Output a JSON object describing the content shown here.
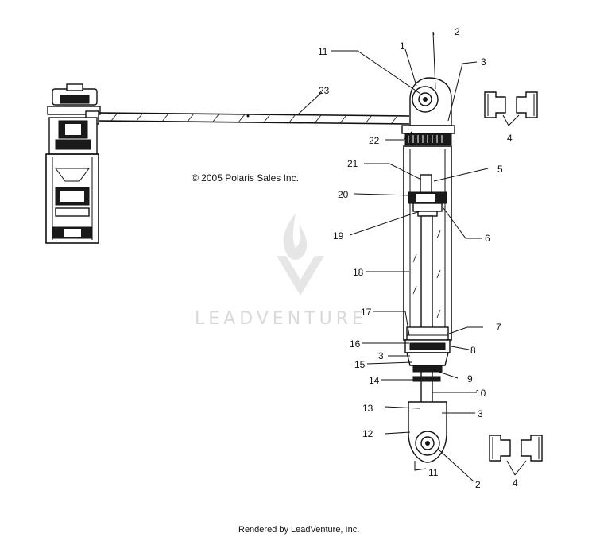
{
  "copyright": "© 2005 Polaris Sales Inc.",
  "watermark": {
    "text": "LEADVENTURE"
  },
  "footer": "Rendered by LeadVenture, Inc.",
  "callouts": {
    "c11_top": "11",
    "c1": "1",
    "c2_top": "2",
    "c3_top": "3",
    "c23": "23",
    "c4_top": "4",
    "c22": "22",
    "c21": "21",
    "c5": "5",
    "c20": "20",
    "c19": "19",
    "c6": "6",
    "c18": "18",
    "c17": "17",
    "c7": "7",
    "c16": "16",
    "c8": "8",
    "c3_mid": "3",
    "c15": "15",
    "c9": "9",
    "c14": "14",
    "c10": "10",
    "c13": "13",
    "c3_low": "3",
    "c12": "12",
    "c4_bot": "4",
    "c11_bot": "11",
    "c2_bot": "2"
  }
}
